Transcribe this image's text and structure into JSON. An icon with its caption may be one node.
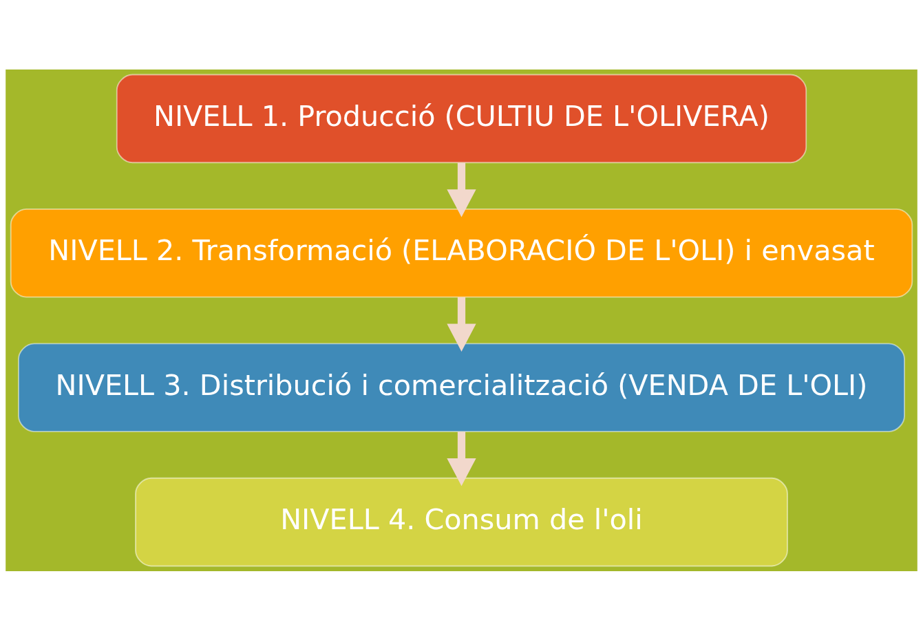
{
  "diagram": {
    "nodes": [
      {
        "text": [
          "NIVELL 1. Producció (CULTIU DE L'OLIVERA)"
        ]
      },
      {
        "text": [
          "NIVELL 2. Transformació (ELABORACIÓ DE L'OLI) i envasat"
        ]
      },
      {
        "text": [
          "NIVELL 3. Distribució i comercialització (VENDA DE L'OLI)"
        ]
      },
      {
        "text": [
          "NIVELL 4. Consum de l'oli"
        ]
      }
    ],
    "edges": [
      {
        "from": 0,
        "to": 1,
        "arrow": "to"
      },
      {
        "from": 1,
        "to": 2,
        "arrow": "to"
      },
      {
        "from": 2,
        "to": 3,
        "arrow": "to"
      }
    ]
  }
}
